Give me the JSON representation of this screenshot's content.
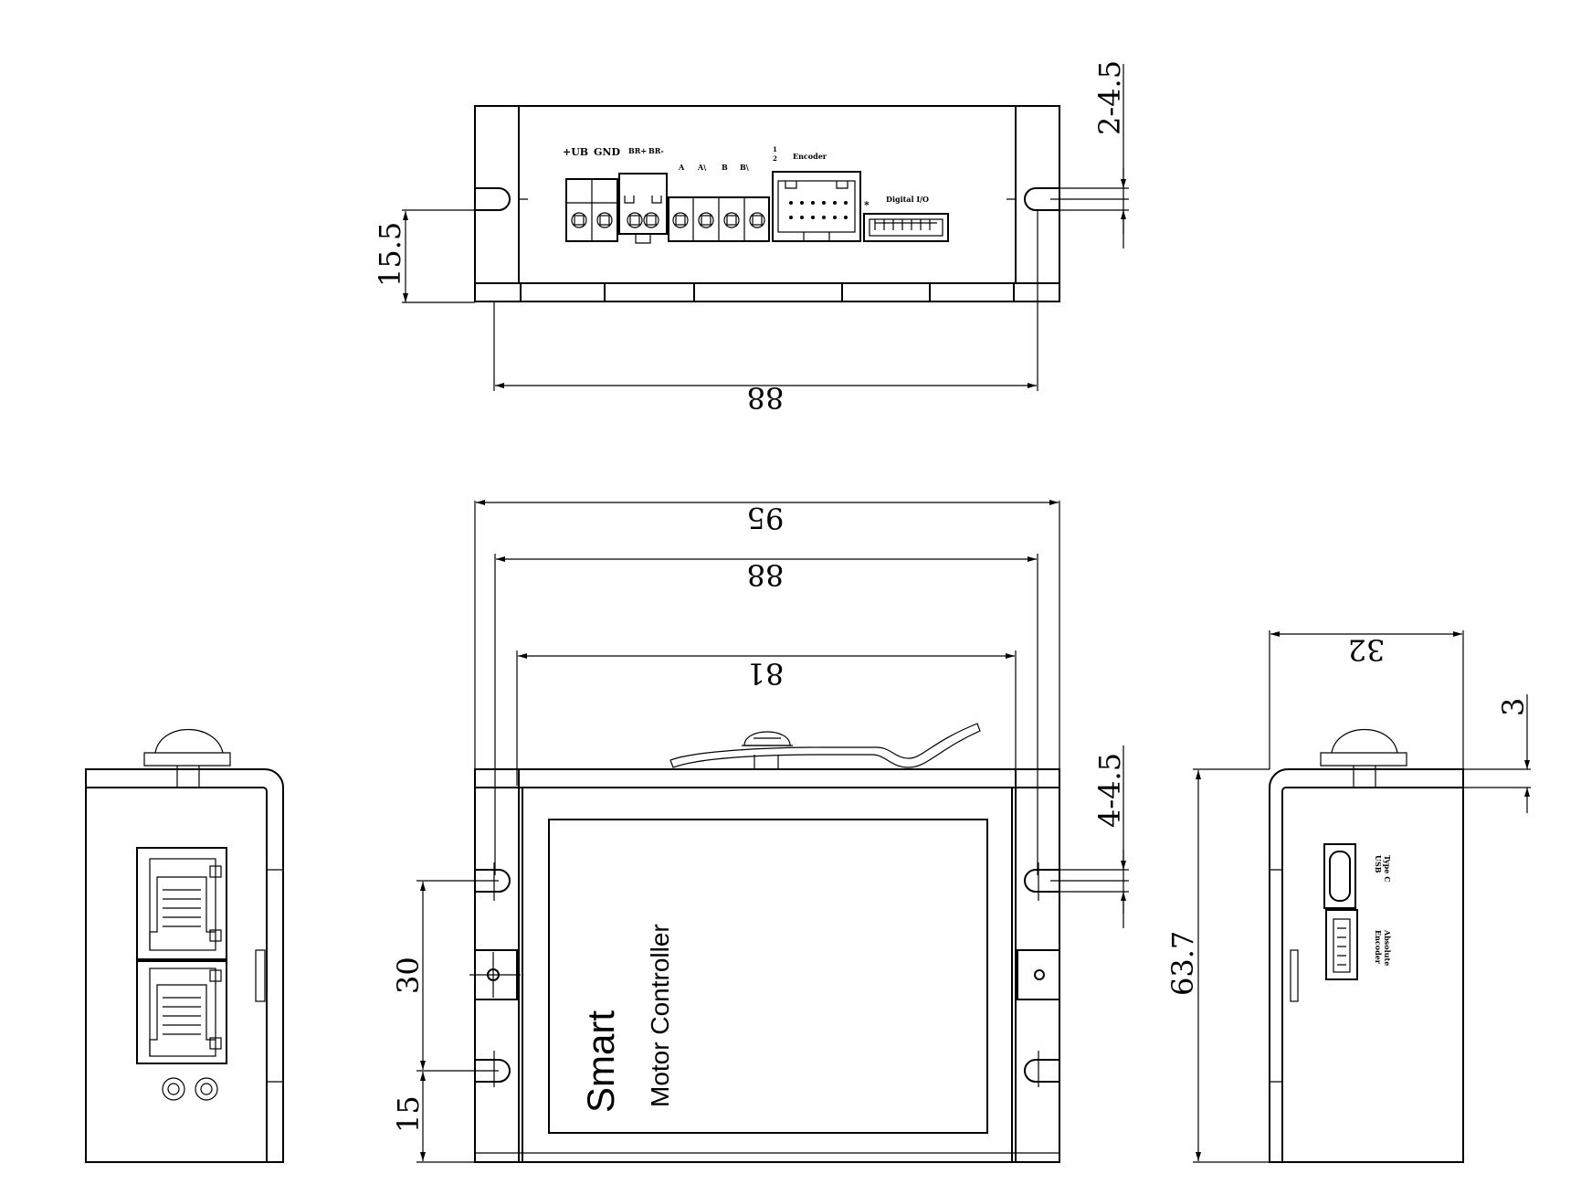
{
  "top_view": {
    "labels": {
      "ub": "+UB",
      "gnd": "GND",
      "br_plus": "BR+",
      "br_minus": "BR-",
      "a": "A",
      "a_bar": "A\\",
      "b": "B",
      "b_bar": "B\\",
      "pin1": "1",
      "pin2": "2",
      "encoder": "Encoder",
      "star": "*",
      "digital_io": "Digital I/O"
    },
    "dims": {
      "hole_pattern": "2-4.5",
      "height": "15.5",
      "width": "88"
    }
  },
  "front_view": {
    "dims": {
      "overall": "95",
      "hole_span": "88",
      "body": "81",
      "holes": "4-4.5",
      "hole_pitch": "30",
      "hole_offset": "15"
    },
    "label_line1": "Smart",
    "label_line2": "Motor Controller"
  },
  "right_view": {
    "dims": {
      "depth": "32",
      "thickness": "3",
      "height": "63.7"
    },
    "usb_line1": "Type C",
    "usb_line2": "USB",
    "enc_line1": "Absolute",
    "enc_line2": "Encoder"
  }
}
